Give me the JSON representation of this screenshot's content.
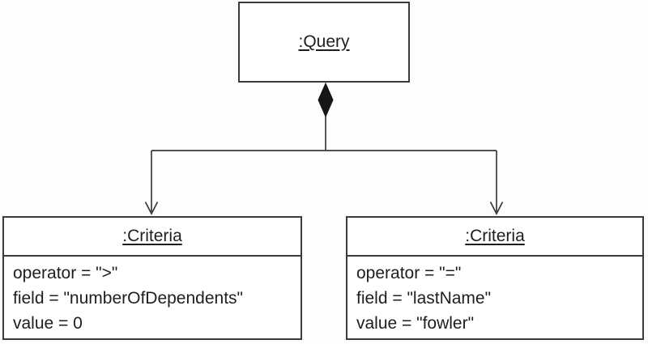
{
  "diagram": {
    "kind": "uml-object-diagram",
    "colors": {
      "line": "#3a3a3a",
      "diamond_fill": "#161616",
      "box_fill": "#ffffff",
      "text": "#1e1e1e",
      "background": "#fdfdfd"
    },
    "query": {
      "title": ":Query"
    },
    "criteria_left": {
      "title": ":Criteria",
      "attributes": [
        "operator = \">\"",
        "field = \"numberOfDependents\"",
        "value = 0"
      ]
    },
    "criteria_right": {
      "title": ":Criteria",
      "attributes": [
        "operator = \"=\"",
        "field = \"lastName\"",
        "value = \"fowler\""
      ]
    }
  }
}
